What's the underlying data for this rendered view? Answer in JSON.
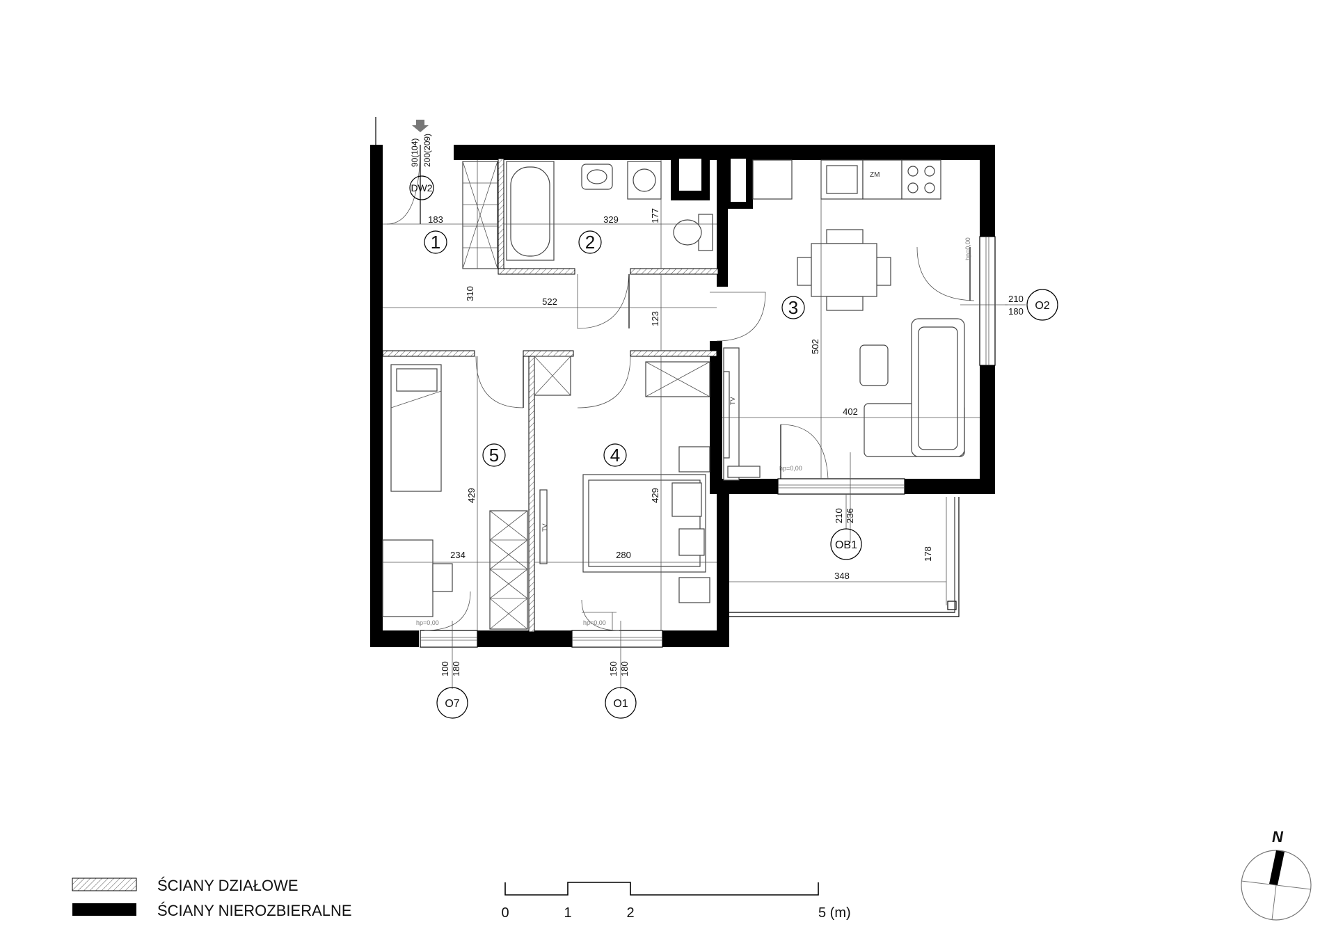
{
  "rooms": [
    {
      "number": "1",
      "width": "183",
      "depth": "310"
    },
    {
      "number": "2",
      "width": "329",
      "depth": "177"
    },
    {
      "number": "3",
      "width": "402",
      "depth": "502"
    },
    {
      "number": "4",
      "width": "280",
      "depth": "429"
    },
    {
      "number": "5",
      "width": "234",
      "depth": "429"
    }
  ],
  "corridor": {
    "length": "522",
    "depth": "123"
  },
  "balcony": {
    "width": "348",
    "depth": "178"
  },
  "fixtures": {
    "fridge": "ZM",
    "tv": "TV"
  },
  "openings": {
    "dw2": {
      "id": "DW2",
      "top": "90(104)",
      "bottom": "200(209)"
    },
    "o2": {
      "id": "O2",
      "top": "210",
      "bottom": "180"
    },
    "ob1": {
      "id": "OB1",
      "top": "210",
      "bottom": "236"
    },
    "o7": {
      "id": "O7",
      "top": "100",
      "bottom": "180"
    },
    "o1": {
      "id": "O1",
      "top": "150",
      "bottom": "180"
    }
  },
  "threshold_note": "hp=0,00",
  "legend": {
    "partition": "ŚCIANY DZIAŁOWE",
    "structural": "ŚCIANY NIEROZBIERALNE"
  },
  "scale": {
    "ticks": [
      "0",
      "1",
      "2",
      "5 (m)"
    ]
  },
  "north_label": "N"
}
